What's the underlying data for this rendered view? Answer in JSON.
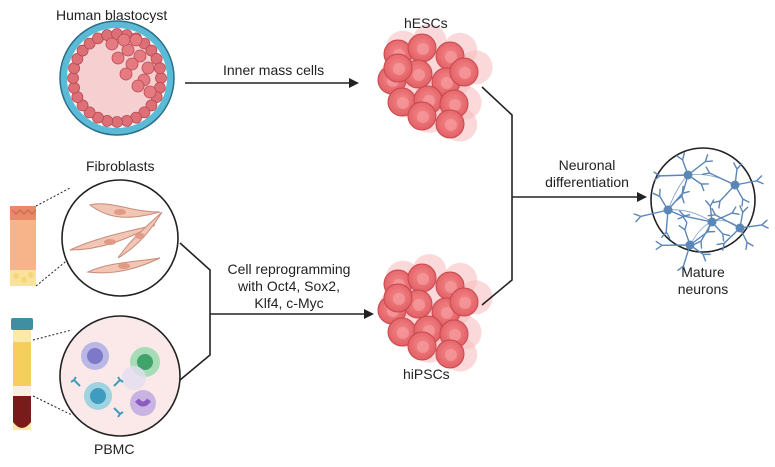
{
  "labels": {
    "human_blastocyst": "Human blastocyst",
    "hescs": "hESCs",
    "inner_mass_cells": "Inner mass cells",
    "fibroblasts": "Fibroblasts",
    "neuronal_differentiation_line1": "Neuronal",
    "neuronal_differentiation_line2": "differentiation",
    "cell_reprogramming_line1": "Cell reprogramming",
    "cell_reprogramming_line2": "with  Oct4, Sox2,",
    "cell_reprogramming_line3": "Klf4, c-Myc",
    "hipscs": "hiPSCs",
    "mature_neurons_line1": "Mature",
    "mature_neurons_line2": "neurons",
    "pbmc": "PBMC"
  },
  "colors": {
    "blastocyst_ring": "#5bbad6",
    "blastocyst_fill": "#f6cfd0",
    "cell_red": "#ee6e72",
    "cell_pink": "#f7a9ab",
    "fibroblast": "#f2c6b4",
    "neuron_blue": "#5b86b8",
    "tissue_orange": "#f7b48b",
    "arrow": "#222222"
  }
}
